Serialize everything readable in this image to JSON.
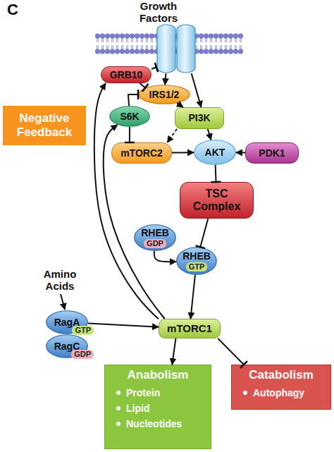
{
  "diagram": {
    "nodes": [
      {
        "text": [
          "Growth Factors"
        ]
      },
      {
        "text": [
          "GRB10"
        ]
      },
      {
        "text": [
          "IRS1/2"
        ]
      },
      {
        "text": [
          "Negative Feedback"
        ]
      },
      {
        "text": [
          "S6K"
        ]
      },
      {
        "text": [
          "PI3K"
        ]
      },
      {
        "text": [
          "mTORC2"
        ]
      },
      {
        "text": [
          "AKT"
        ]
      },
      {
        "text": [
          "PDK1"
        ]
      },
      {
        "text": [
          "TSC Complex"
        ]
      },
      {
        "text": [
          "RHEB",
          "GDP"
        ]
      },
      {
        "text": [
          "RHEB",
          "GTP"
        ]
      },
      {
        "text": [
          "RagA",
          "GTP"
        ]
      },
      {
        "text": [
          "RagC",
          "GDP"
        ]
      },
      {
        "text": [
          "mTORC1"
        ]
      },
      {
        "text": [
          "Anabolism",
          "Protein",
          "Lipid",
          "Nucleotides"
        ]
      },
      {
        "text": [
          "Catabolism",
          "Autophagy"
        ]
      }
    ],
    "edges": [
      {
        "from": 0,
        "to": 2,
        "arrow": "to"
      },
      {
        "from": 0,
        "to": 5,
        "arrow": "to"
      },
      {
        "from": 1,
        "to": 0,
        "arrow": "to"
      },
      {
        "from": 1,
        "to": 2,
        "arrow": "to"
      },
      {
        "from": 2,
        "to": 5,
        "arrow": "to"
      },
      {
        "from": 4,
        "to": 2,
        "arrow": "to"
      },
      {
        "from": 4,
        "to": 6,
        "arrow": "to"
      },
      {
        "from": 5,
        "to": 6,
        "arrow": "to"
      },
      {
        "from": 5,
        "to": 7,
        "arrow": "to"
      },
      {
        "from": 6,
        "to": 7,
        "arrow": "to"
      },
      {
        "from": 8,
        "to": 7,
        "arrow": "to"
      },
      {
        "from": 7,
        "to": 9,
        "arrow": "to"
      },
      {
        "from": 9,
        "to": 11,
        "arrow": "to"
      },
      {
        "from": 10,
        "to": 11,
        "arrow": "to"
      },
      {
        "from": 11,
        "to": 14,
        "arrow": "to"
      },
      {
        "from": 12,
        "to": 14,
        "arrow": "to"
      },
      {
        "from": 14,
        "to": 15,
        "arrow": "to"
      },
      {
        "from": 14,
        "to": 16,
        "arrow": "to"
      },
      {
        "from": 14,
        "to": 1,
        "arrow": "to"
      },
      {
        "from": 14,
        "to": 4,
        "arrow": "to"
      }
    ],
    "labels": [
      "C",
      "Amino Acids"
    ]
  }
}
